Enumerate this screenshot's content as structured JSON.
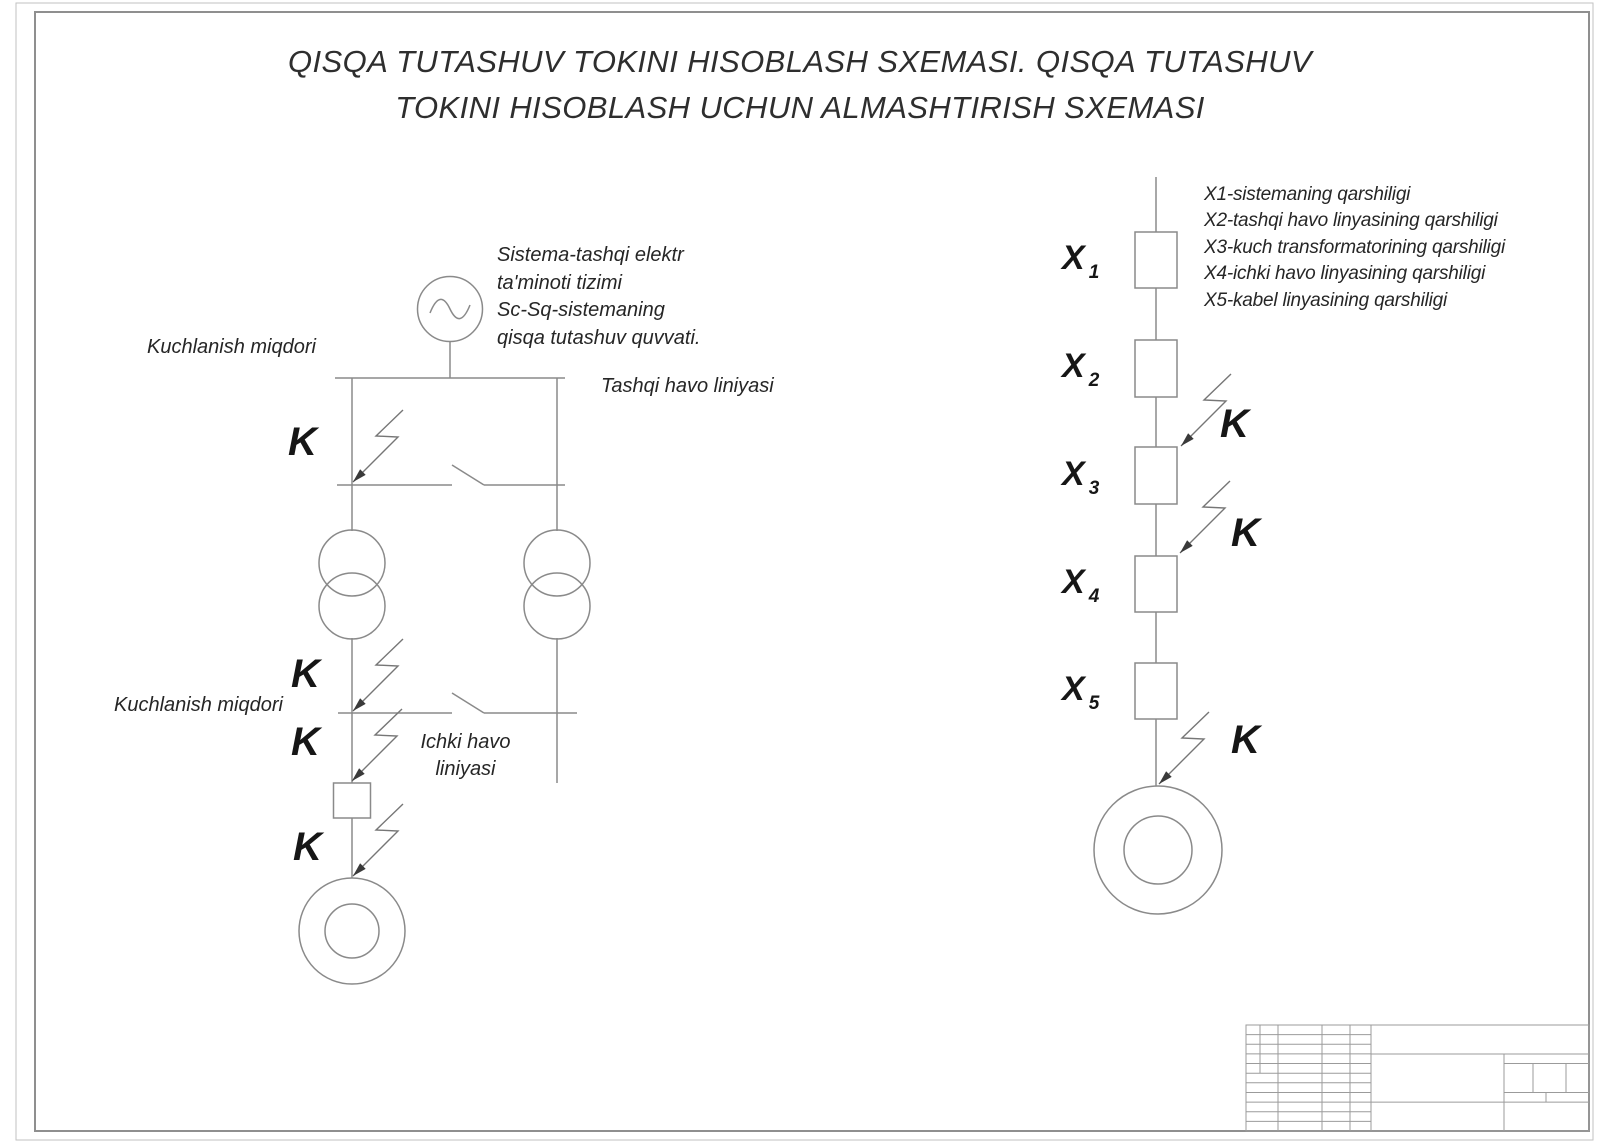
{
  "header": {
    "title_line1": "QISQA TUTASHUV TOKINI HISOBLASH SXEMASI. QISQA TUTASHUV",
    "title_line2": "TOKINI HISOBLASH UCHUN ALMASHTIRISH SXEMASI"
  },
  "calculation_scheme": {
    "source_note_lines": [
      "Sistema-tashqi elektr",
      "ta'minoti tizimi",
      "Sc-Sq-sistemaning",
      "qisqa tutashuv quvvati."
    ],
    "voltage_label_upper": "Kuchlanish miqdori",
    "voltage_label_lower": "Kuchlanish miqdori",
    "overhead_line_label": "Tashqi havo liniyasi",
    "internal_line_label_line1": "Ichki havo",
    "internal_line_label_line2": "liniyasi",
    "fault_point_label": "K"
  },
  "equivalent_scheme": {
    "fault_point_label": "K",
    "elements": [
      {
        "symbol": "X",
        "subscript": "1",
        "legend": "X1-sistemaning qarshiligi"
      },
      {
        "symbol": "X",
        "subscript": "2",
        "legend": "X2-tashqi havo linyasining qarshiligi"
      },
      {
        "symbol": "X",
        "subscript": "3",
        "legend": "X3-kuch transformatorining qarshiligi"
      },
      {
        "symbol": "X",
        "subscript": "4",
        "legend": "X4-ichki havo linyasining qarshiligi"
      },
      {
        "symbol": "X",
        "subscript": "5",
        "legend": "X5-kabel linyasining qarshiligi"
      }
    ]
  },
  "colors": {
    "circuit_line": "#8a8a8a",
    "bolt_line": "#767676",
    "arrowhead": "#3a3a3a",
    "frame": "#8f8f8f",
    "text": "#262626"
  }
}
